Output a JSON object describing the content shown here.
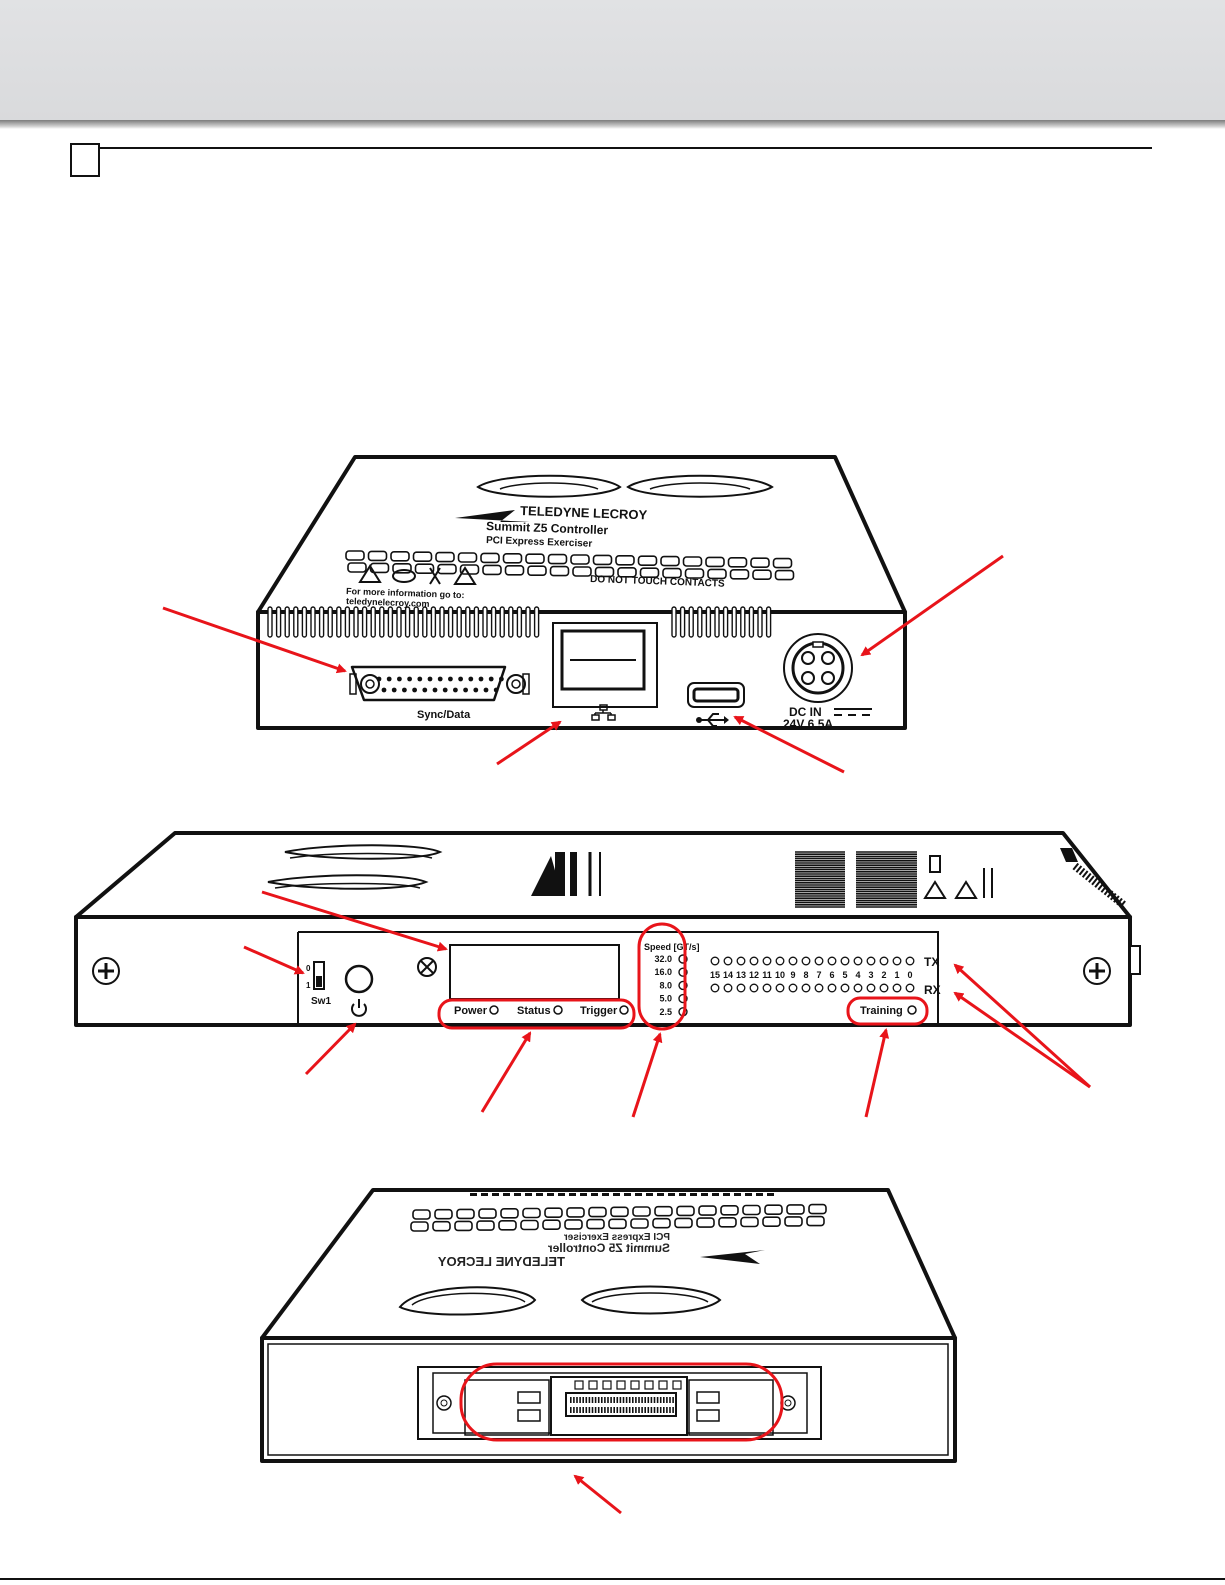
{
  "rear_panel": {
    "brand": "TELEDYNE LECROY",
    "product": "Summit Z5 Controller",
    "subtitle": "PCI Express Exerciser",
    "info_line_1": "For more information go to:",
    "info_line_2": "teledynelecroy.com",
    "warning": "DO NOT TOUCH CONTACTS",
    "sync_label": "Sync/Data",
    "dc_in_label": "DC IN",
    "dc_rating": "24V 6.5A"
  },
  "front_panel": {
    "switch_on": "0",
    "switch_off": "1",
    "switch_name": "Sw1",
    "power_led": "Power",
    "status_led": "Status",
    "trigger_led": "Trigger",
    "speed_title": "Speed [GT/s]",
    "speed_values": [
      "32.0",
      "16.0",
      "8.0",
      "5.0",
      "2.5"
    ],
    "lane_numbers": [
      "15",
      "14",
      "13",
      "12",
      "11",
      "10",
      "9",
      "8",
      "7",
      "6",
      "5",
      "4",
      "3",
      "2",
      "1",
      "0"
    ],
    "tx_label": "TX",
    "rx_label": "RX",
    "training_label": "Training"
  },
  "colors": {
    "callout": "#e8141a",
    "header_band": "#dcdddf",
    "outline": "#111111"
  }
}
